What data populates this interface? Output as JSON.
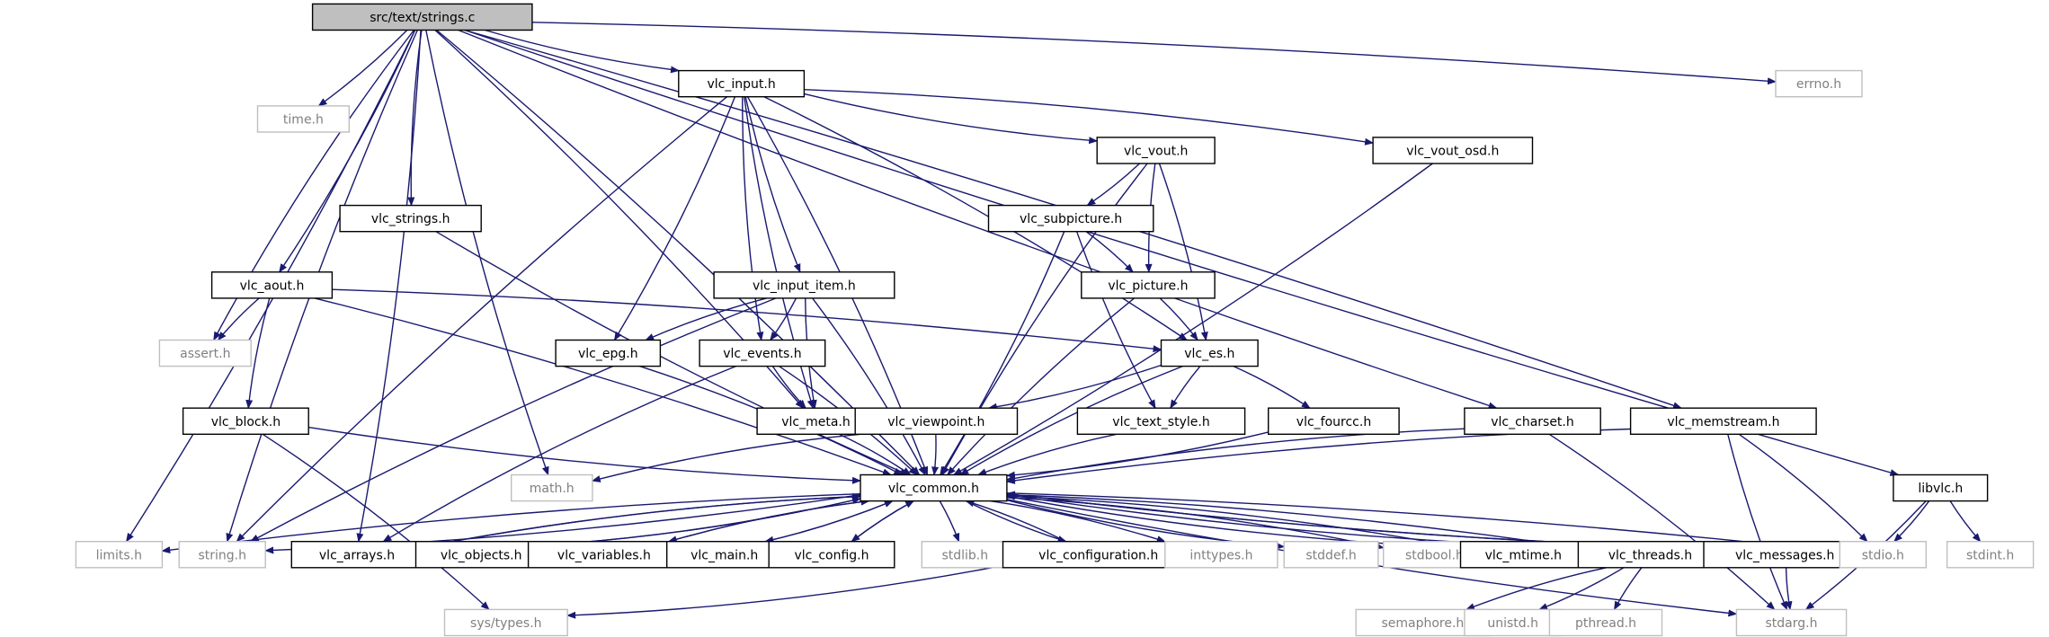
{
  "title": "src/text/strings.c",
  "colors": {
    "edge": "#191970",
    "root_fill": "#bfbfbf",
    "documented_border": "#000000",
    "system_border": "#bfbfbf",
    "system_text": "#808080",
    "text": "#000000"
  },
  "nodes": [
    {
      "id": "strings_c",
      "label": "src/text/strings.c",
      "kind": "root"
    },
    {
      "id": "time_h",
      "label": "time.h",
      "kind": "system"
    },
    {
      "id": "vlc_input_h",
      "label": "vlc_input.h",
      "kind": "header"
    },
    {
      "id": "errno_h",
      "label": "errno.h",
      "kind": "system"
    },
    {
      "id": "vlc_vout_h",
      "label": "vlc_vout.h",
      "kind": "header"
    },
    {
      "id": "vlc_vout_osd_h",
      "label": "vlc_vout_osd.h",
      "kind": "header"
    },
    {
      "id": "vlc_strings_h",
      "label": "vlc_strings.h",
      "kind": "header"
    },
    {
      "id": "vlc_subpicture_h",
      "label": "vlc_subpicture.h",
      "kind": "header"
    },
    {
      "id": "vlc_aout_h",
      "label": "vlc_aout.h",
      "kind": "header"
    },
    {
      "id": "vlc_input_item_h",
      "label": "vlc_input_item.h",
      "kind": "header"
    },
    {
      "id": "vlc_picture_h",
      "label": "vlc_picture.h",
      "kind": "header"
    },
    {
      "id": "assert_h",
      "label": "assert.h",
      "kind": "system"
    },
    {
      "id": "vlc_epg_h",
      "label": "vlc_epg.h",
      "kind": "header"
    },
    {
      "id": "vlc_events_h",
      "label": "vlc_events.h",
      "kind": "header"
    },
    {
      "id": "vlc_es_h",
      "label": "vlc_es.h",
      "kind": "header"
    },
    {
      "id": "vlc_block_h",
      "label": "vlc_block.h",
      "kind": "header"
    },
    {
      "id": "vlc_meta_h",
      "label": "vlc_meta.h",
      "kind": "header"
    },
    {
      "id": "vlc_viewpoint_h",
      "label": "vlc_viewpoint.h",
      "kind": "header"
    },
    {
      "id": "vlc_text_style_h",
      "label": "vlc_text_style.h",
      "kind": "header"
    },
    {
      "id": "vlc_fourcc_h",
      "label": "vlc_fourcc.h",
      "kind": "header"
    },
    {
      "id": "vlc_charset_h",
      "label": "vlc_charset.h",
      "kind": "header"
    },
    {
      "id": "vlc_memstream_h",
      "label": "vlc_memstream.h",
      "kind": "header"
    },
    {
      "id": "math_h",
      "label": "math.h",
      "kind": "system"
    },
    {
      "id": "vlc_common_h",
      "label": "vlc_common.h",
      "kind": "header"
    },
    {
      "id": "libvlc_h",
      "label": "libvlc.h",
      "kind": "header"
    },
    {
      "id": "limits_h",
      "label": "limits.h",
      "kind": "system"
    },
    {
      "id": "string_h",
      "label": "string.h",
      "kind": "system"
    },
    {
      "id": "vlc_arrays_h",
      "label": "vlc_arrays.h",
      "kind": "header"
    },
    {
      "id": "vlc_objects_h",
      "label": "vlc_objects.h",
      "kind": "header"
    },
    {
      "id": "vlc_variables_h",
      "label": "vlc_variables.h",
      "kind": "header"
    },
    {
      "id": "vlc_main_h",
      "label": "vlc_main.h",
      "kind": "header"
    },
    {
      "id": "vlc_config_h",
      "label": "vlc_config.h",
      "kind": "header"
    },
    {
      "id": "stdlib_h",
      "label": "stdlib.h",
      "kind": "system"
    },
    {
      "id": "vlc_configuration_h",
      "label": "vlc_configuration.h",
      "kind": "header"
    },
    {
      "id": "inttypes_h",
      "label": "inttypes.h",
      "kind": "system"
    },
    {
      "id": "stddef_h",
      "label": "stddef.h",
      "kind": "system"
    },
    {
      "id": "stdbool_h",
      "label": "stdbool.h",
      "kind": "system"
    },
    {
      "id": "vlc_mtime_h",
      "label": "vlc_mtime.h",
      "kind": "header"
    },
    {
      "id": "vlc_threads_h",
      "label": "vlc_threads.h",
      "kind": "header"
    },
    {
      "id": "vlc_messages_h",
      "label": "vlc_messages.h",
      "kind": "header"
    },
    {
      "id": "stdio_h",
      "label": "stdio.h",
      "kind": "system"
    },
    {
      "id": "stdint_h",
      "label": "stdint.h",
      "kind": "system"
    },
    {
      "id": "sys_types_h",
      "label": "sys/types.h",
      "kind": "system"
    },
    {
      "id": "semaphore_h",
      "label": "semaphore.h",
      "kind": "system"
    },
    {
      "id": "unistd_h",
      "label": "unistd.h",
      "kind": "system"
    },
    {
      "id": "pthread_h",
      "label": "pthread.h",
      "kind": "system"
    },
    {
      "id": "stdarg_h",
      "label": "stdarg.h",
      "kind": "system"
    }
  ],
  "edges": [
    [
      "strings_c",
      "time_h"
    ],
    [
      "strings_c",
      "vlc_input_h"
    ],
    [
      "strings_c",
      "errno_h"
    ],
    [
      "strings_c",
      "vlc_strings_h"
    ],
    [
      "strings_c",
      "vlc_aout_h"
    ],
    [
      "strings_c",
      "assert_h"
    ],
    [
      "strings_c",
      "vlc_meta_h"
    ],
    [
      "strings_c",
      "vlc_charset_h"
    ],
    [
      "strings_c",
      "vlc_memstream_h"
    ],
    [
      "strings_c",
      "math_h"
    ],
    [
      "strings_c",
      "vlc_common_h"
    ],
    [
      "strings_c",
      "libvlc_h"
    ],
    [
      "strings_c",
      "limits_h"
    ],
    [
      "strings_c",
      "string_h"
    ],
    [
      "strings_c",
      "vlc_arrays_h"
    ],
    [
      "vlc_input_h",
      "vlc_vout_h"
    ],
    [
      "vlc_input_h",
      "vlc_vout_osd_h"
    ],
    [
      "vlc_input_h",
      "vlc_input_item_h"
    ],
    [
      "vlc_input_h",
      "vlc_epg_h"
    ],
    [
      "vlc_input_h",
      "vlc_events_h"
    ],
    [
      "vlc_input_h",
      "vlc_es_h"
    ],
    [
      "vlc_input_h",
      "vlc_meta_h"
    ],
    [
      "vlc_input_h",
      "vlc_common_h"
    ],
    [
      "vlc_input_h",
      "string_h"
    ],
    [
      "vlc_vout_h",
      "vlc_subpicture_h"
    ],
    [
      "vlc_vout_h",
      "vlc_picture_h"
    ],
    [
      "vlc_vout_h",
      "vlc_es_h"
    ],
    [
      "vlc_vout_h",
      "vlc_common_h"
    ],
    [
      "vlc_vout_osd_h",
      "vlc_common_h"
    ],
    [
      "vlc_strings_h",
      "vlc_common_h"
    ],
    [
      "vlc_subpicture_h",
      "vlc_picture_h"
    ],
    [
      "vlc_subpicture_h",
      "vlc_text_style_h"
    ],
    [
      "vlc_subpicture_h",
      "vlc_common_h"
    ],
    [
      "vlc_aout_h",
      "assert_h"
    ],
    [
      "vlc_aout_h",
      "vlc_es_h"
    ],
    [
      "vlc_aout_h",
      "vlc_block_h"
    ],
    [
      "vlc_aout_h",
      "vlc_common_h"
    ],
    [
      "vlc_input_item_h",
      "vlc_epg_h"
    ],
    [
      "vlc_input_item_h",
      "vlc_events_h"
    ],
    [
      "vlc_input_item_h",
      "vlc_meta_h"
    ],
    [
      "vlc_input_item_h",
      "vlc_common_h"
    ],
    [
      "vlc_input_item_h",
      "string_h"
    ],
    [
      "vlc_picture_h",
      "vlc_es_h"
    ],
    [
      "vlc_picture_h",
      "vlc_common_h"
    ],
    [
      "vlc_epg_h",
      "vlc_common_h"
    ],
    [
      "vlc_events_h",
      "vlc_meta_h"
    ],
    [
      "vlc_events_h",
      "vlc_common_h"
    ],
    [
      "vlc_events_h",
      "vlc_arrays_h"
    ],
    [
      "vlc_es_h",
      "vlc_viewpoint_h"
    ],
    [
      "vlc_es_h",
      "vlc_text_style_h"
    ],
    [
      "vlc_es_h",
      "vlc_fourcc_h"
    ],
    [
      "vlc_es_h",
      "vlc_common_h"
    ],
    [
      "vlc_block_h",
      "sys_types_h"
    ],
    [
      "vlc_block_h",
      "vlc_common_h"
    ],
    [
      "vlc_meta_h",
      "vlc_common_h"
    ],
    [
      "vlc_viewpoint_h",
      "math_h"
    ],
    [
      "vlc_viewpoint_h",
      "vlc_common_h"
    ],
    [
      "vlc_text_style_h",
      "vlc_common_h"
    ],
    [
      "vlc_fourcc_h",
      "vlc_common_h"
    ],
    [
      "vlc_charset_h",
      "vlc_common_h"
    ],
    [
      "vlc_charset_h",
      "stdarg_h"
    ],
    [
      "vlc_memstream_h",
      "vlc_common_h"
    ],
    [
      "vlc_memstream_h",
      "stdio_h"
    ],
    [
      "vlc_memstream_h",
      "stdarg_h"
    ],
    [
      "libvlc_h",
      "stdio_h"
    ],
    [
      "libvlc_h",
      "stdint_h"
    ],
    [
      "libvlc_h",
      "stdarg_h"
    ],
    [
      "vlc_common_h",
      "limits_h"
    ],
    [
      "vlc_common_h",
      "string_h"
    ],
    [
      "vlc_common_h",
      "vlc_arrays_h"
    ],
    [
      "vlc_common_h",
      "vlc_objects_h"
    ],
    [
      "vlc_common_h",
      "vlc_variables_h"
    ],
    [
      "vlc_common_h",
      "vlc_main_h"
    ],
    [
      "vlc_common_h",
      "vlc_config_h"
    ],
    [
      "vlc_common_h",
      "stdlib_h"
    ],
    [
      "vlc_common_h",
      "vlc_configuration_h"
    ],
    [
      "vlc_common_h",
      "inttypes_h"
    ],
    [
      "vlc_common_h",
      "stddef_h"
    ],
    [
      "vlc_common_h",
      "stdbool_h"
    ],
    [
      "vlc_common_h",
      "vlc_mtime_h"
    ],
    [
      "vlc_common_h",
      "vlc_threads_h"
    ],
    [
      "vlc_common_h",
      "vlc_messages_h"
    ],
    [
      "vlc_common_h",
      "stdio_h"
    ],
    [
      "vlc_common_h",
      "stdarg_h"
    ],
    [
      "vlc_arrays_h",
      "vlc_common_h"
    ],
    [
      "vlc_objects_h",
      "vlc_common_h"
    ],
    [
      "vlc_variables_h",
      "vlc_common_h"
    ],
    [
      "vlc_main_h",
      "vlc_common_h"
    ],
    [
      "vlc_config_h",
      "vlc_common_h"
    ],
    [
      "vlc_configuration_h",
      "vlc_common_h"
    ],
    [
      "vlc_configuration_h",
      "sys_types_h"
    ],
    [
      "vlc_mtime_h",
      "vlc_common_h"
    ],
    [
      "vlc_threads_h",
      "vlc_common_h"
    ],
    [
      "vlc_threads_h",
      "semaphore_h"
    ],
    [
      "vlc_threads_h",
      "unistd_h"
    ],
    [
      "vlc_threads_h",
      "pthread_h"
    ],
    [
      "vlc_messages_h",
      "vlc_common_h"
    ],
    [
      "vlc_messages_h",
      "stdarg_h"
    ]
  ]
}
